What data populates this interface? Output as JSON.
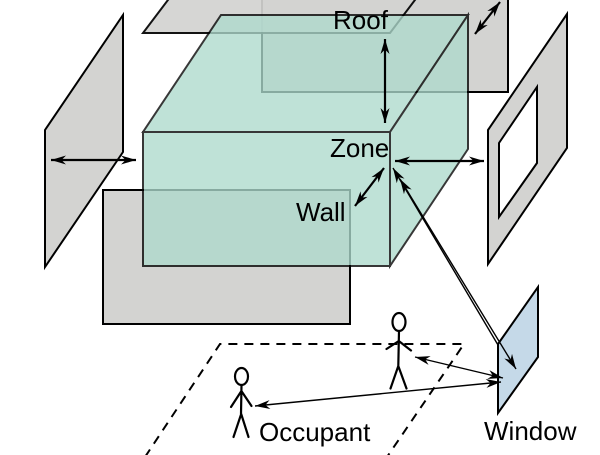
{
  "diagram": {
    "labels": {
      "roof": "Roof",
      "zone": "Zone",
      "wall": "Wall",
      "occupant": "Occupant",
      "window": "Window"
    },
    "colors": {
      "panel_fill": "#d3d3d1",
      "zone_fill": "#aedacd",
      "window_fill": "#c5d9e8",
      "line": "#000000"
    }
  }
}
